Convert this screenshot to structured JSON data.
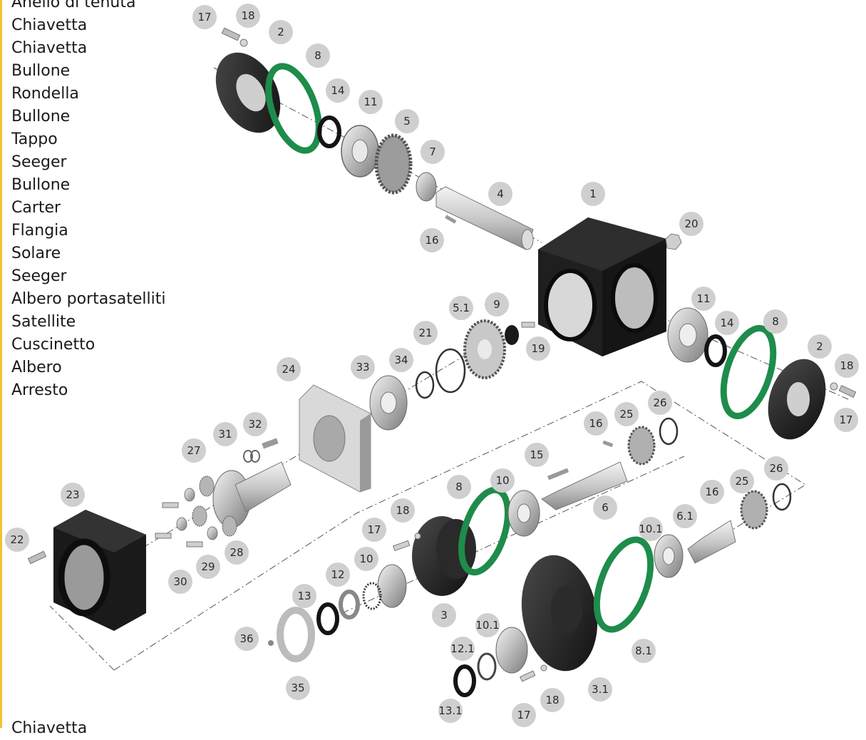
{
  "parts_list": [
    "Anello di tenuta",
    "Chiavetta",
    "Chiavetta",
    "Bullone",
    "Rondella",
    "Bullone",
    "Tappo",
    "Seeger",
    "Bullone",
    "Carter",
    "Flangia",
    "Solare",
    "Seeger",
    "Albero portasatelliti",
    "Satellite",
    "Cuscinetto",
    "Albero",
    "Arresto"
  ],
  "bottom_label": "Chiavetta",
  "colors": {
    "callout_fill": "#cfcfcf",
    "gasket_green": "#1e8c4a",
    "housing_dark": "#1c1c1c",
    "bearing_grey": "#b8b8b8"
  },
  "callouts": [
    "17",
    "18",
    "2",
    "8",
    "14",
    "11",
    "5",
    "7",
    "4",
    "16",
    "1",
    "20",
    "5.1",
    "9",
    "21",
    "19",
    "11",
    "14",
    "8",
    "2",
    "18",
    "17",
    "24",
    "33",
    "34",
    "26",
    "25",
    "16",
    "31",
    "32",
    "27",
    "15",
    "26",
    "25",
    "16",
    "23",
    "8",
    "10",
    "6",
    "22",
    "18",
    "17",
    "10.1",
    "6.1",
    "28",
    "29",
    "30",
    "10",
    "12",
    "13",
    "3",
    "10.1",
    "12.1",
    "36",
    "35",
    "8.1",
    "3.1",
    "18",
    "13.1",
    "17"
  ]
}
